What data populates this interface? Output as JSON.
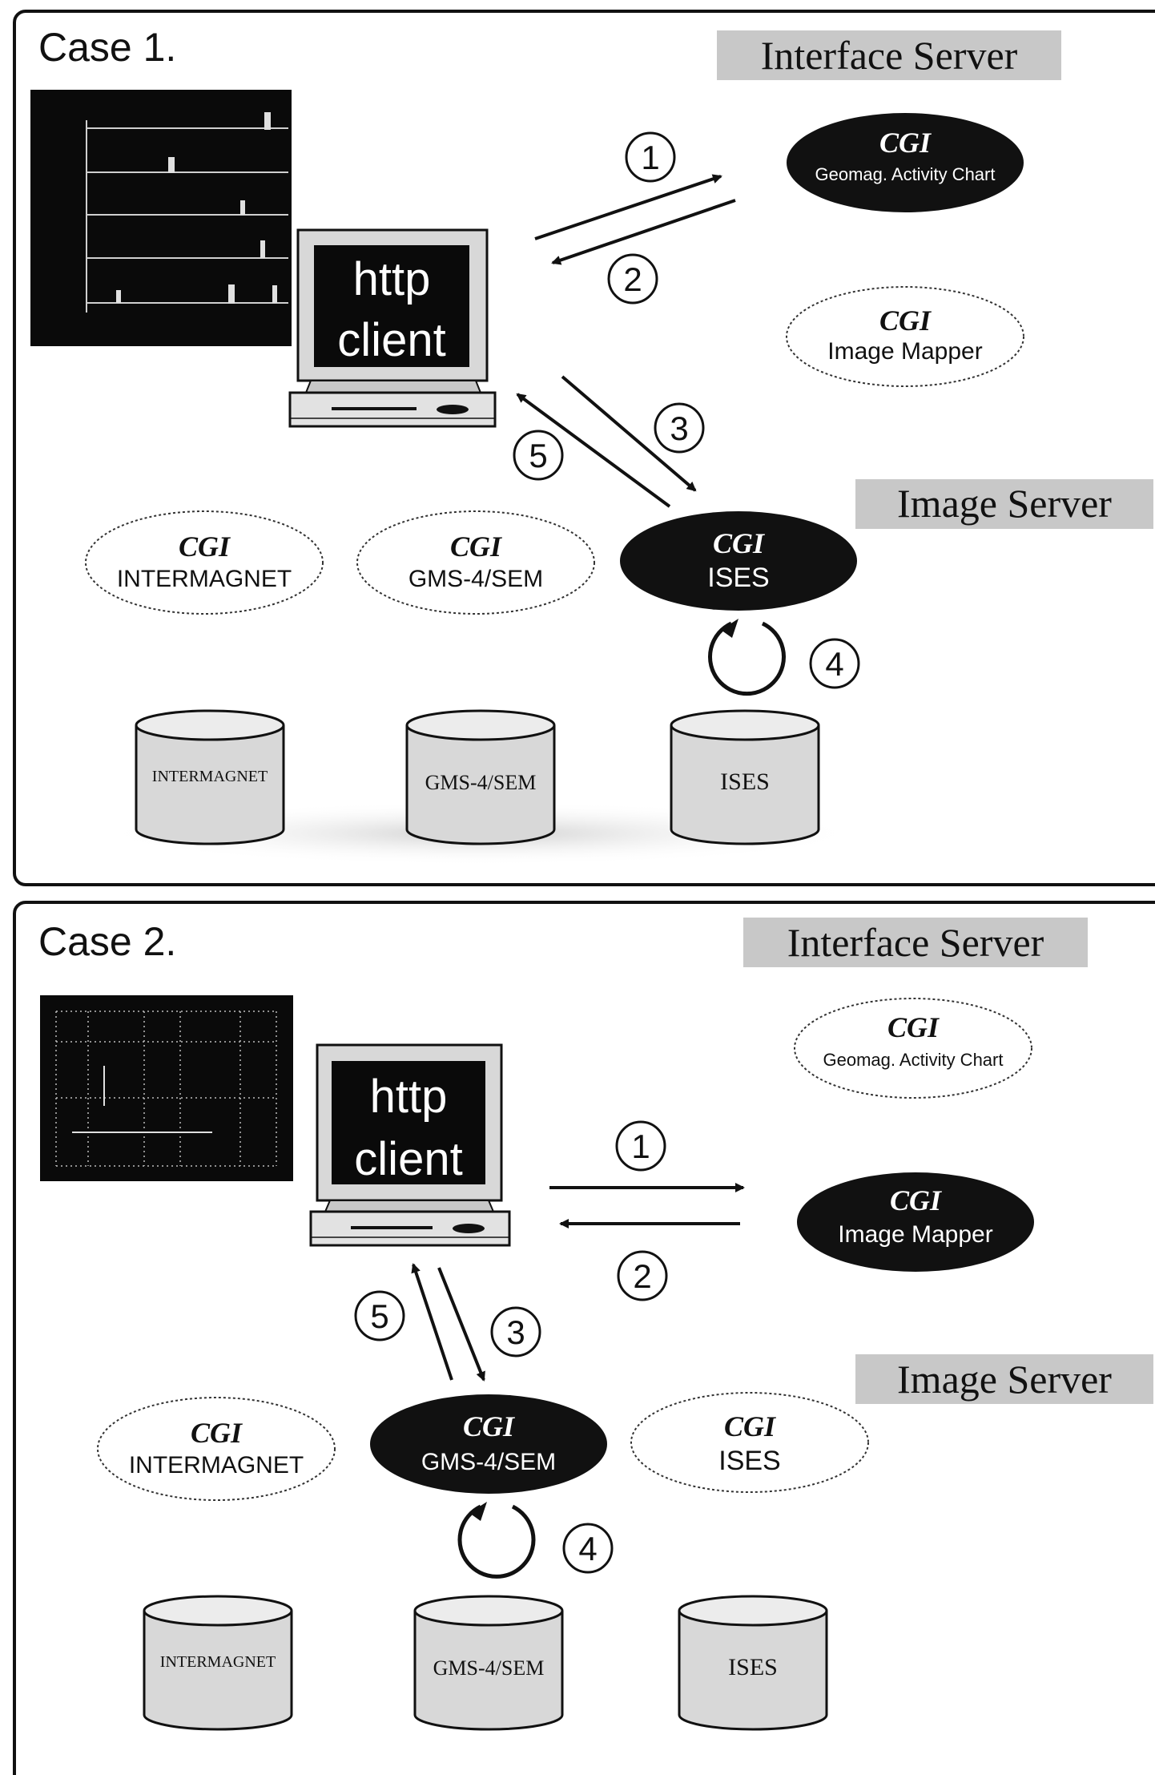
{
  "colors": {
    "frame": "#111111",
    "label_bg": "#c8c8c8",
    "dark_node": "#111111",
    "light_node": "#ffffff",
    "screen_bg": "#0a0a0a",
    "db_fill": "#d8d8d8"
  },
  "icons": [
    "monitor-icon",
    "database-icon",
    "refresh-loop-icon",
    "arrow-icon"
  ],
  "cases": [
    {
      "title": "Case 1.",
      "interface_server": "Interface Server",
      "image_server": "Image Server",
      "client": {
        "line1": "http",
        "line2": "client"
      },
      "nodes": {
        "geomag": {
          "line1": "CGI",
          "line2": "Geomag. Activity Chart"
        },
        "mapper": {
          "line1": "CGI",
          "line2": "Image Mapper"
        },
        "intermagnet": {
          "line1": "CGI",
          "line2": "INTERMAGNET"
        },
        "gms": {
          "line1": "CGI",
          "line2": "GMS-4/SEM"
        },
        "ises": {
          "line1": "CGI",
          "line2": "ISES"
        }
      },
      "databases": {
        "intermagnet": "INTERMAGNET",
        "gms": "GMS-4/SEM",
        "ises": "ISES"
      },
      "steps": [
        "1",
        "2",
        "3",
        "4",
        "5"
      ]
    },
    {
      "title": "Case 2.",
      "interface_server": "Interface Server",
      "image_server": "Image Server",
      "client": {
        "line1": "http",
        "line2": "client"
      },
      "nodes": {
        "geomag": {
          "line1": "CGI",
          "line2": "Geomag. Activity Chart"
        },
        "mapper": {
          "line1": "CGI",
          "line2": "Image Mapper"
        },
        "intermagnet": {
          "line1": "CGI",
          "line2": "INTERMAGNET"
        },
        "gms": {
          "line1": "CGI",
          "line2": "GMS-4/SEM"
        },
        "ises": {
          "line1": "CGI",
          "line2": "ISES"
        }
      },
      "databases": {
        "intermagnet": "INTERMAGNET",
        "gms": "GMS-4/SEM",
        "ises": "ISES"
      },
      "steps": [
        "1",
        "2",
        "3",
        "4",
        "5"
      ]
    }
  ]
}
